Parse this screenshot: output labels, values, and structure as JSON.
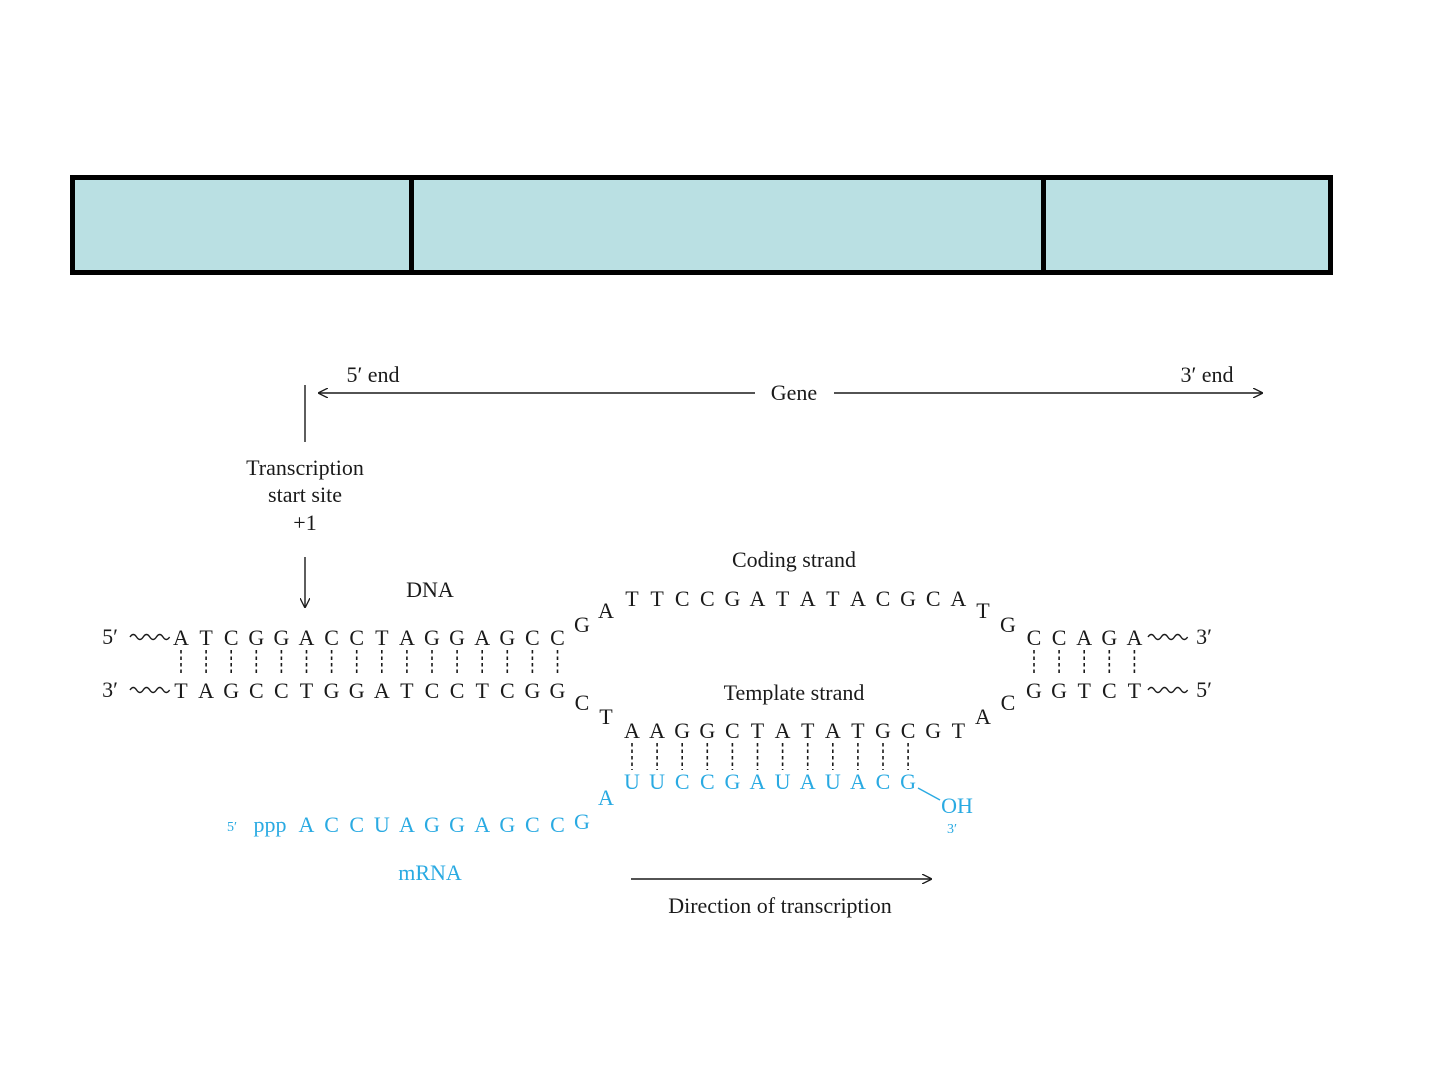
{
  "header_boxes": {
    "fill_color": "#bae0e3",
    "border_color": "#000000",
    "cells": [
      {
        "label": ""
      },
      {
        "label": ""
      },
      {
        "label": ""
      }
    ]
  },
  "diagram": {
    "gene_label": "Gene",
    "five_prime_end_label": "5′ end",
    "three_prime_end_label": "3′ end",
    "tss_label_lines": [
      "Transcription",
      "start site",
      "+1"
    ],
    "dna_label": "DNA",
    "coding_strand_label": "Coding strand",
    "template_strand_label": "Template strand",
    "mrna_label": "mRNA",
    "direction_label": "Direction of transcription",
    "strand_ends": {
      "top_left": "5′",
      "bottom_left": "3′",
      "top_right": "3′",
      "bottom_right": "5′"
    },
    "coding_left": [
      "A",
      "T",
      "C",
      "G",
      "G",
      "A",
      "C",
      "C",
      "T",
      "A",
      "G",
      "G",
      "A",
      "G",
      "C",
      "C"
    ],
    "template_left": [
      "T",
      "A",
      "G",
      "C",
      "C",
      "T",
      "G",
      "G",
      "A",
      "T",
      "C",
      "C",
      "T",
      "C",
      "G",
      "G"
    ],
    "coding_bubble_entry": [
      "G",
      "A"
    ],
    "coding_bubble": [
      "T",
      "T",
      "C",
      "C",
      "G",
      "A",
      "T",
      "A",
      "T",
      "A",
      "C",
      "G",
      "C",
      "A"
    ],
    "coding_bubble_exit": [
      "T",
      "G"
    ],
    "coding_right": [
      "C",
      "C",
      "A",
      "G",
      "A"
    ],
    "template_bubble_entry": [
      "C",
      "T"
    ],
    "template_bubble": [
      "A",
      "A",
      "G",
      "G",
      "C",
      "T",
      "A",
      "T",
      "A",
      "T",
      "G",
      "C",
      "G",
      "T"
    ],
    "template_bubble_exit": [
      "A",
      "C"
    ],
    "template_right": [
      "G",
      "G",
      "T",
      "C",
      "T"
    ],
    "mrna_prefix_5prime": "5′",
    "mrna_triphosphate": "ppp",
    "mrna_left": [
      "A",
      "C",
      "C",
      "U",
      "A",
      "G",
      "G",
      "A",
      "G",
      "C",
      "C"
    ],
    "mrna_bend": [
      "G",
      "A"
    ],
    "mrna_paired": [
      "U",
      "U",
      "C",
      "C",
      "G",
      "A",
      "U",
      "A",
      "U",
      "A",
      "C",
      "G"
    ],
    "mrna_3prime_group": "OH",
    "mrna_3prime_label": "3′",
    "colors": {
      "text": "#1a1a1a",
      "rna": "#2aaae2"
    }
  }
}
